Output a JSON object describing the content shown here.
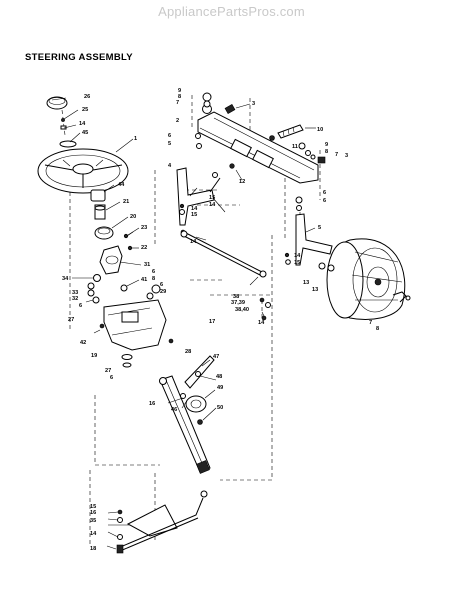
{
  "watermark": "AppliancePartsPros.com",
  "title": "STEERING ASSEMBLY",
  "labels": [
    "26",
    "25",
    "14",
    "45",
    "1",
    "44",
    "21",
    "20",
    "23",
    "22",
    "31",
    "6",
    "41",
    "34",
    "33",
    "32",
    "6",
    "27",
    "8",
    "6",
    "29",
    "42",
    "19",
    "27",
    "6",
    "28",
    "16",
    "47",
    "48",
    "49",
    "46",
    "50",
    "9",
    "8",
    "7",
    "3",
    "2",
    "10",
    "6",
    "5",
    "11",
    "9",
    "8",
    "7",
    "3",
    "4",
    "12",
    "15",
    "14",
    "14",
    "15",
    "6",
    "6",
    "14",
    "5",
    "14",
    "15",
    "13",
    "13",
    "38",
    "37,39",
    "38,40",
    "17",
    "14",
    "7",
    "8",
    "15",
    "16",
    "35",
    "14",
    "18"
  ]
}
